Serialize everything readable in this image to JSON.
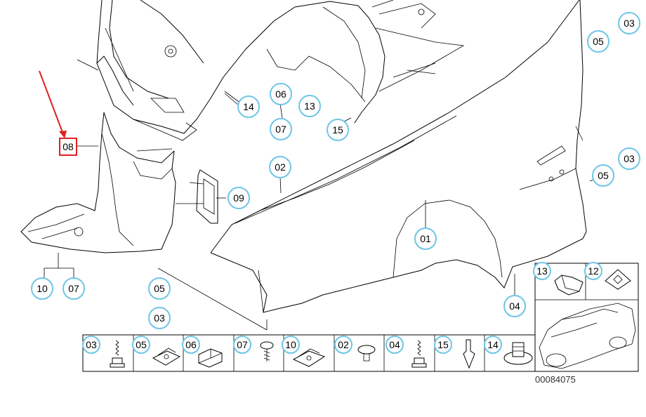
{
  "callouts": [
    {
      "id": "01",
      "label": "01"
    },
    {
      "id": "02",
      "label": "02"
    },
    {
      "id": "03a",
      "label": "03"
    },
    {
      "id": "03b",
      "label": "03"
    },
    {
      "id": "03c",
      "label": "03"
    },
    {
      "id": "04",
      "label": "04"
    },
    {
      "id": "05a",
      "label": "05"
    },
    {
      "id": "05b",
      "label": "05"
    },
    {
      "id": "05c",
      "label": "05"
    },
    {
      "id": "06",
      "label": "06"
    },
    {
      "id": "07a",
      "label": "07"
    },
    {
      "id": "07b",
      "label": "07"
    },
    {
      "id": "09",
      "label": "09"
    },
    {
      "id": "10",
      "label": "10"
    },
    {
      "id": "13",
      "label": "13"
    },
    {
      "id": "14",
      "label": "14"
    },
    {
      "id": "15",
      "label": "15"
    }
  ],
  "highlighted": {
    "label": "08",
    "color": "#e02020"
  },
  "arrow_color": "#e02020",
  "callout_ring_color": "#6ec6e6",
  "parts_table": {
    "row": [
      {
        "label": "03",
        "icon": "bolt-icon"
      },
      {
        "label": "05",
        "icon": "clip-nut-icon"
      },
      {
        "label": "06",
        "icon": "bracket-icon"
      },
      {
        "label": "07",
        "icon": "screw-icon"
      },
      {
        "label": "10",
        "icon": "clip-nut-icon"
      },
      {
        "label": "02",
        "icon": "rivet-icon"
      },
      {
        "label": "04",
        "icon": "bolt-icon"
      },
      {
        "label": "15",
        "icon": "push-clip-icon"
      },
      {
        "label": "14",
        "icon": "expanding-nut-icon"
      }
    ],
    "side": [
      {
        "label": "13",
        "icon": "spring-clip-icon"
      },
      {
        "label": "12",
        "icon": "clip-nut-icon"
      }
    ]
  },
  "catalog_number": "00084075"
}
